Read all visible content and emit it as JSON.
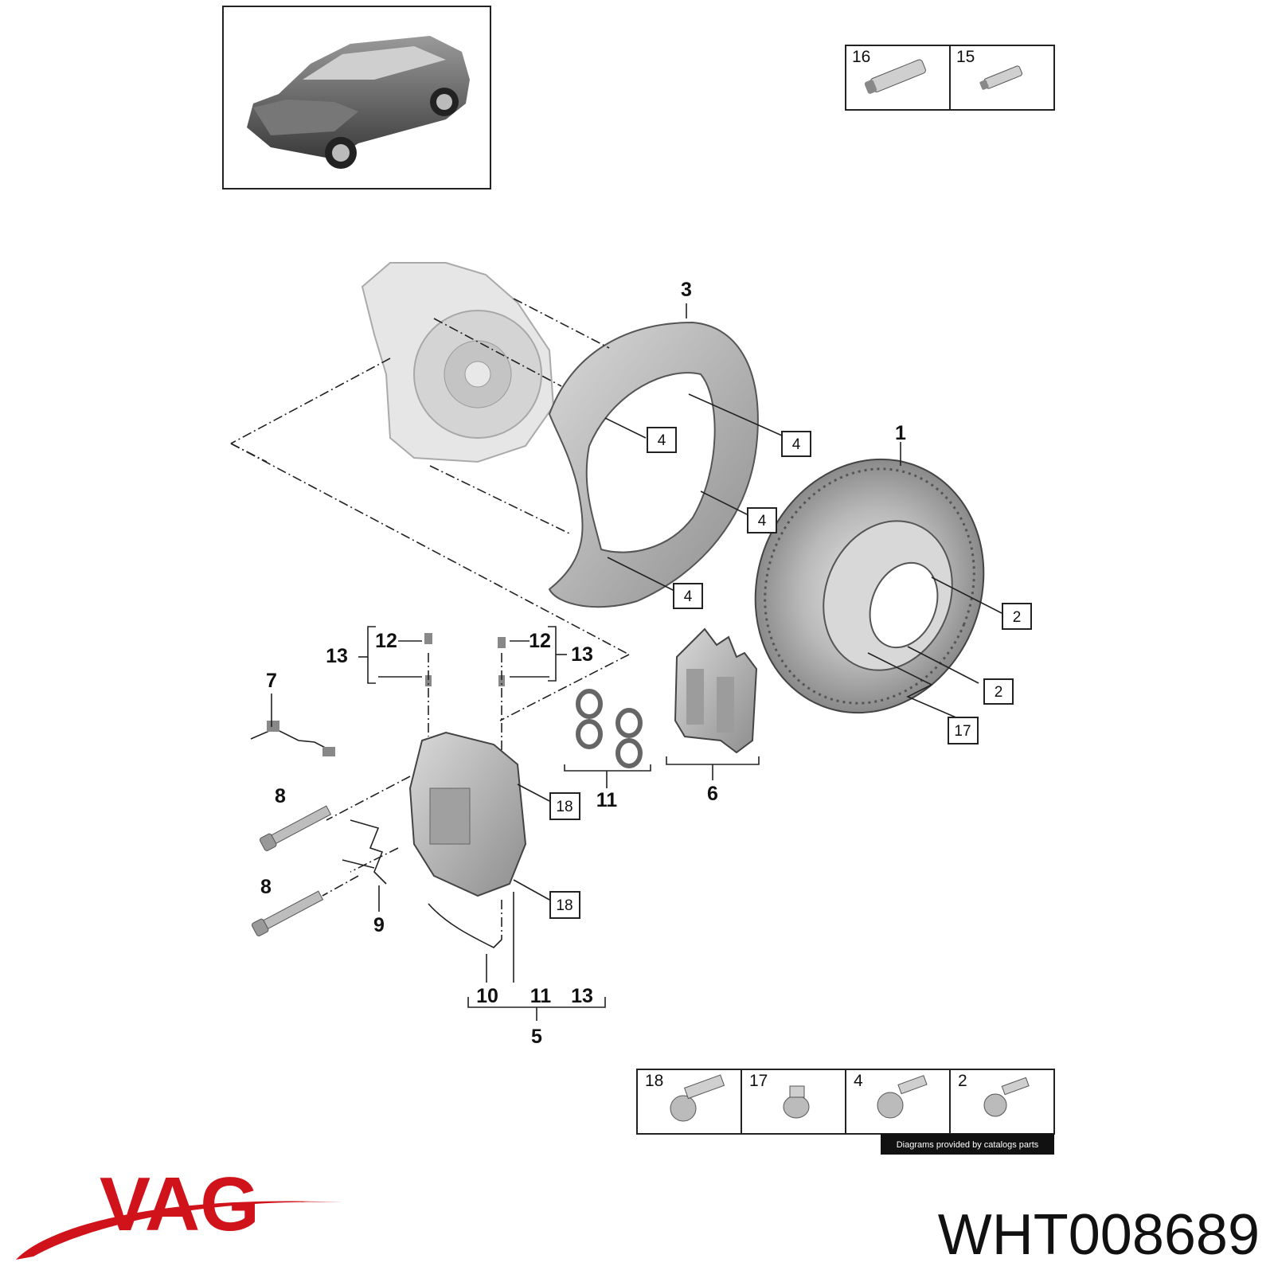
{
  "diagram": {
    "callouts": {
      "brake_disc": "1",
      "hub_screw_a": "2",
      "hub_screw_b": "2",
      "splash_guard": "3",
      "screw_a": "4",
      "screw_b": "4",
      "screw_c": "4",
      "screw_d": "4",
      "caliper_group": "5",
      "pad_set": "6",
      "wear_sensor": "7",
      "bolt_upper": "8",
      "bolt_lower": "8",
      "spring_clip": "9",
      "brake_line": "10",
      "seal_rings": "11",
      "caliper_sub_11": "11",
      "bleeder_left": "12",
      "bleeder_right": "12",
      "bleeder_cap_left": "13",
      "bleeder_cap_right": "13",
      "caliper_sub_13": "13",
      "disc_screw": "17",
      "caliper_screw_upper": "18",
      "caliper_screw_lower": "18",
      "caliper_sub_10": "10"
    },
    "top_table": [
      "16",
      "15"
    ],
    "bottom_table": [
      "18",
      "17",
      "4",
      "2"
    ],
    "credit": "Diagrams provided by catalogs parts"
  },
  "brand": {
    "logo_text": "VAG",
    "logo_color": "#d0121b",
    "part_number": "WHT008689"
  }
}
